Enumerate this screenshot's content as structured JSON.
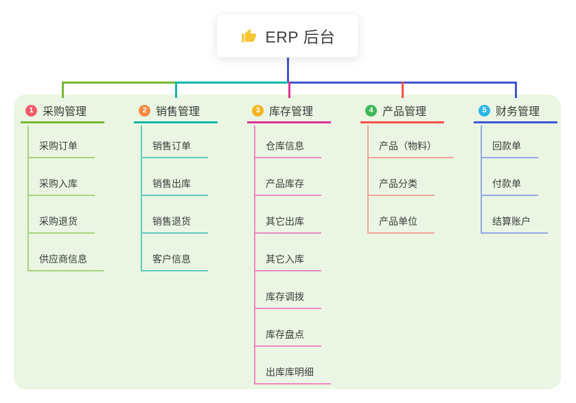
{
  "root": {
    "label": "ERP 后台",
    "icon": "thumbs-up-icon"
  },
  "branches": [
    {
      "index": "1",
      "label": "采购管理",
      "badge_color": "#f25a68",
      "line_color": "#76b82f",
      "child_line_color": "#a6d37f",
      "children": [
        "采购订单",
        "采购入库",
        "采购退货",
        "供应商信息"
      ]
    },
    {
      "index": "2",
      "label": "销售管理",
      "badge_color": "#f8883f",
      "line_color": "#0fb7a8",
      "child_line_color": "#5eccc0",
      "children": [
        "销售订单",
        "销售出库",
        "销售退货",
        "客户信息"
      ]
    },
    {
      "index": "3",
      "label": "库存管理",
      "badge_color": "#f6b422",
      "line_color": "#e02f96",
      "child_line_color": "#ef87c3",
      "children": [
        "仓库信息",
        "产品库存",
        "其它出库",
        "其它入库",
        "库存调拨",
        "库存盘点",
        "出库库明细"
      ]
    },
    {
      "index": "4",
      "label": "产品管理",
      "badge_color": "#3eb857",
      "line_color": "#f94f46",
      "child_line_color": "#f8a09a",
      "children": [
        "产品（物料）",
        "产品分类",
        "产品单位"
      ]
    },
    {
      "index": "5",
      "label": "财务管理",
      "badge_color": "#29b7e8",
      "line_color": "#3d52d5",
      "child_line_color": "#94a8e6",
      "children": [
        "回款单",
        "付款单",
        "结算账户"
      ]
    }
  ],
  "colors": {
    "connector_blue": "#3d52d5",
    "panel_bg": "#eaf6e3",
    "thumb_yellow": "#f7c531"
  }
}
